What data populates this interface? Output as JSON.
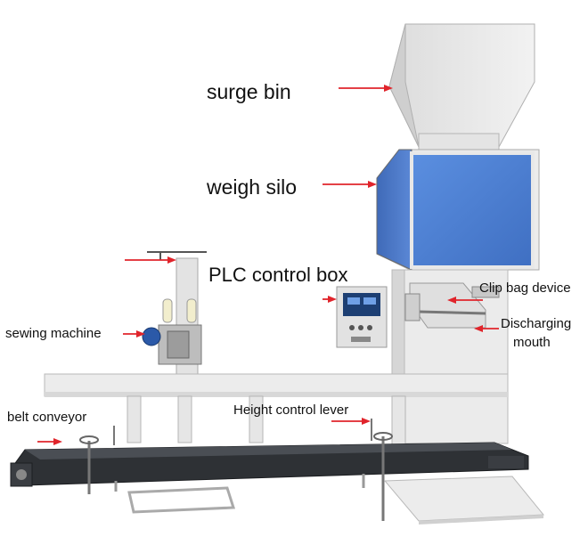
{
  "labels": {
    "surge_bin": "surge bin",
    "weigh_silo": "weigh silo",
    "plc_control_box": "PLC control box",
    "clip_bag_device": "Clip bag device",
    "discharging_mouth_line1": "Discharging",
    "discharging_mouth_line2": "mouth",
    "sewing_machine": "sewing machine",
    "belt_conveyor": "belt conveyor",
    "height_control_lever": "Height control lever"
  },
  "colors": {
    "arrow": "#e0242b",
    "frame": "#e6e6e6",
    "frame_edge": "#b9b9b9",
    "silo_panel": "#4a7fd0",
    "belt": "#2e3135",
    "plc_face": "#1d3f73"
  }
}
